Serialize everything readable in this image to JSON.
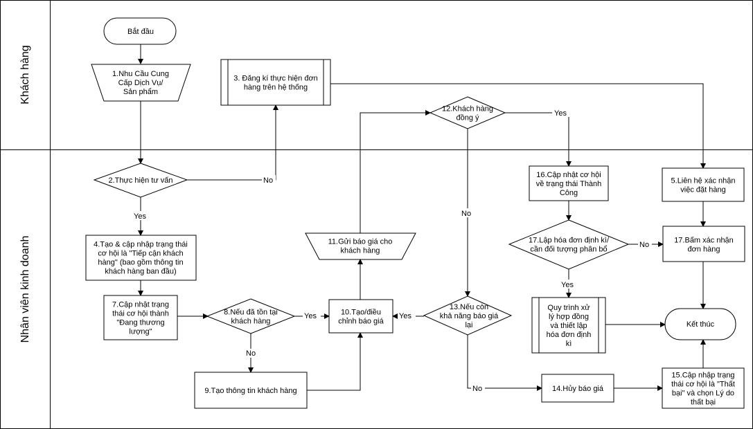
{
  "lanes": {
    "customer": "Khách hàng",
    "sales": "Nhân viên kinh doanh"
  },
  "nodes": {
    "start": [
      "Bắt đầu"
    ],
    "n1": [
      "1.Nhu Cầu Cung",
      "Cấp Dịch Vụ/",
      "Sản phẩm"
    ],
    "n3": [
      "3. Đăng kí thực hiện đơn",
      "hàng trên hệ thống"
    ],
    "n2": [
      "2.Thực hiện tư vấn"
    ],
    "n4": [
      "4.Tạo & cập nhập trạng thái",
      "cơ hội là \"Tiếp cận khách",
      "hàng\" (bao gồm thông tin",
      "khách hàng ban đầu)"
    ],
    "n7": [
      "7.Cập nhật trạng",
      "thái cơ hội thành",
      "\"Đang thương",
      "lượng\""
    ],
    "n8": [
      "8.Nếu đã tồn tại",
      "khách hàng"
    ],
    "n9": [
      "9.Tạo thông tin khách hàng"
    ],
    "n10": [
      "10.Tạo/điều",
      "chỉnh báo giá"
    ],
    "n11": [
      "11.Gửi báo giá cho",
      "khách hàng"
    ],
    "n12": [
      "12.Khách hàng",
      "đồng ý"
    ],
    "n13": [
      "13.Nếu còn",
      "khả năng báo giá",
      "lại"
    ],
    "n14": [
      "14.Hủy báo giá"
    ],
    "n15": [
      "15.Cập nhập trạng",
      "thái cơ hội là \"Thất",
      "bại\" và chọn Lý do",
      "thất bại"
    ],
    "n16": [
      "16.Cập nhật cơ hội",
      "về trạng thái Thành",
      "Công"
    ],
    "n17": [
      "17.Lập hóa đơn định kì/",
      "cần đối tượng phân bổ"
    ],
    "n17b": [
      "17.Bấm xác nhận",
      "đơn hàng"
    ],
    "n5": [
      "5.Liên hệ xác nhận",
      "việc đặt hàng"
    ],
    "proc": [
      "Quy trình xử",
      "lý hợp đồng",
      "và thiết lập",
      "hóa đơn định",
      "kì"
    ],
    "end": [
      "Kết thúc"
    ]
  },
  "edge_labels": {
    "n2_no": "No",
    "n2_yes": "Yes",
    "n8_yes": "Yes",
    "n8_no": "No",
    "n13_yes": "Yes",
    "n13_no": "No",
    "n12_yes": "Yes",
    "n12_no": "No",
    "n17_no": "No",
    "n17_yes": "Yes"
  }
}
